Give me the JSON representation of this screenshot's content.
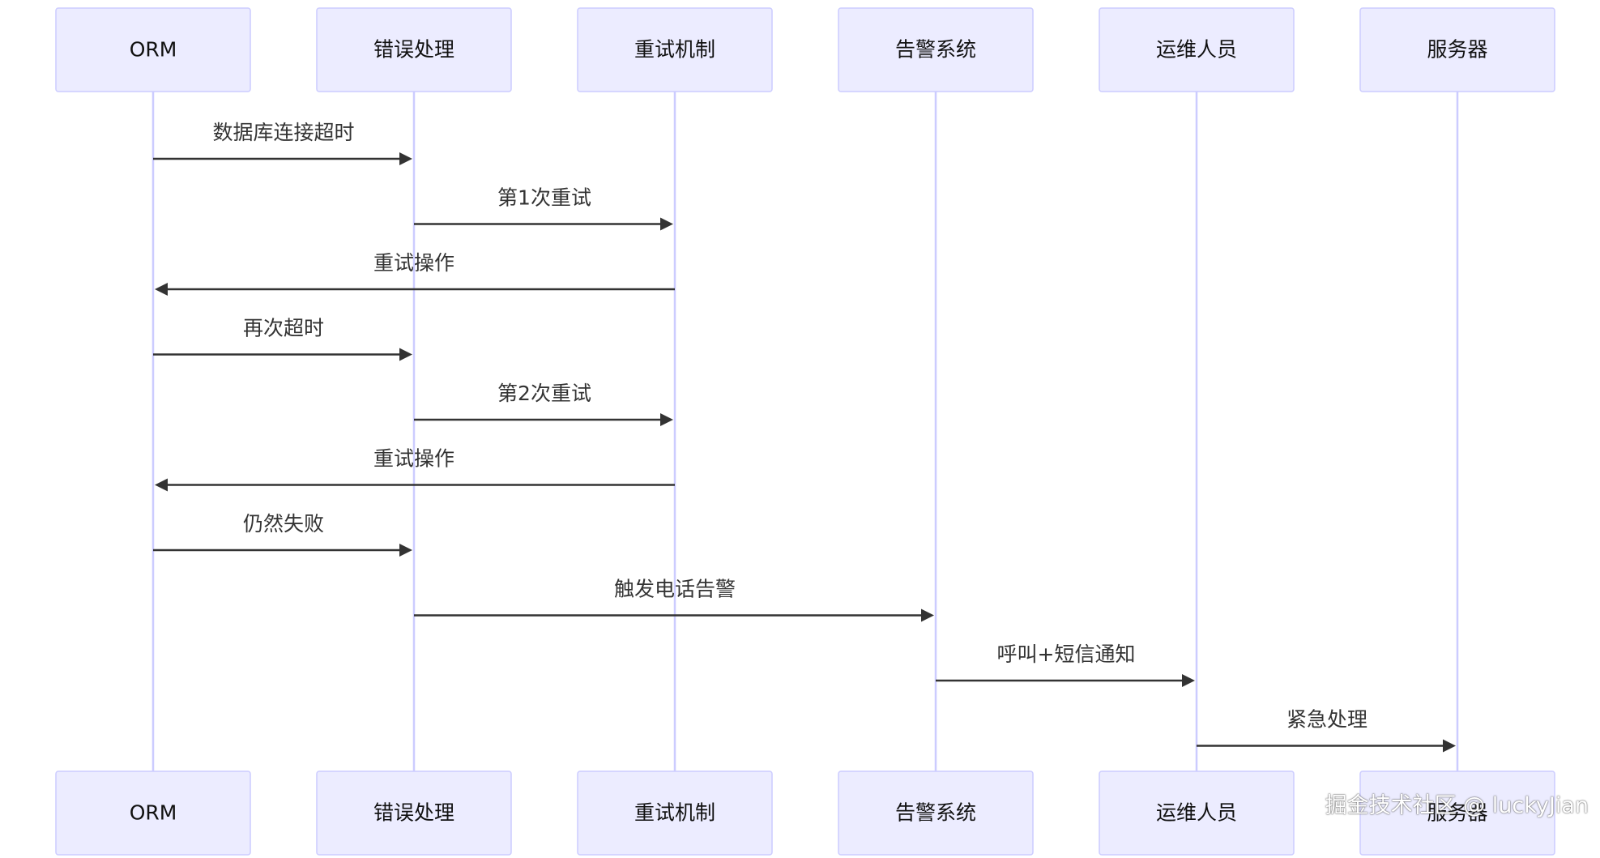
{
  "participants": [
    {
      "id": "orm",
      "label": "ORM"
    },
    {
      "id": "error",
      "label": "错误处理"
    },
    {
      "id": "retry",
      "label": "重试机制"
    },
    {
      "id": "alert",
      "label": "告警系统"
    },
    {
      "id": "ops",
      "label": "运维人员"
    },
    {
      "id": "server",
      "label": "服务器"
    }
  ],
  "messages": [
    {
      "from": 0,
      "to": 1,
      "text": "数据库连接超时"
    },
    {
      "from": 1,
      "to": 2,
      "text": "第1次重试"
    },
    {
      "from": 2,
      "to": 0,
      "text": "重试操作"
    },
    {
      "from": 0,
      "to": 1,
      "text": "再次超时"
    },
    {
      "from": 1,
      "to": 2,
      "text": "第2次重试"
    },
    {
      "from": 2,
      "to": 0,
      "text": "重试操作"
    },
    {
      "from": 0,
      "to": 1,
      "text": "仍然失败"
    },
    {
      "from": 1,
      "to": 3,
      "text": "触发电话告警"
    },
    {
      "from": 3,
      "to": 4,
      "text": "呼叫+短信通知"
    },
    {
      "from": 4,
      "to": 5,
      "text": "紧急处理"
    }
  ],
  "watermark": "掘金技术社区 @ luckyJian"
}
